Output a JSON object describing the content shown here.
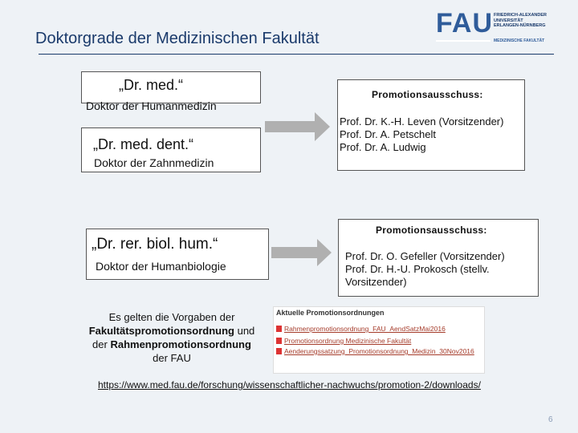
{
  "header": {
    "title": "Doktorgrade der Medizinischen Fakultät",
    "logo_text": "FAU",
    "logo_lines": [
      "FRIEDRICH-ALEXANDER",
      "UNIVERSITÄT",
      "ERLANGEN-NÜRNBERG"
    ],
    "logo_sub": "MEDIZINISCHE FAKULTÄT"
  },
  "degrees": [
    {
      "title": "„Dr. med.“",
      "subtitle": "Doktor der Humanmedizin"
    },
    {
      "title": "„Dr. med. dent.“",
      "subtitle": "Doktor der Zahnmedizin"
    },
    {
      "title": "„Dr. rer. biol. hum.“",
      "subtitle": "Doktor der Humanbiologie"
    }
  ],
  "committees": [
    {
      "heading": "Promotionsausschuss:",
      "members": [
        "Prof. Dr. K.-H. Leven (Vorsitzender)",
        "Prof. Dr. A. Petschelt",
        "Prof. Dr. A. Ludwig"
      ]
    },
    {
      "heading": "Promotionsausschuss:",
      "members": [
        "Prof. Dr. O. Gefeller  (Vorsitzender)",
        "Prof. Dr. H.-U. Prokosch (stellv.",
        "Vorsitzender)"
      ]
    }
  ],
  "rules_note": {
    "part1": "Es gelten die Vorgaben der",
    "bold1": "Fakultätspromotionsordnung",
    "part2": "und der",
    "bold2": "Rahmenpromotionsordnung",
    "part3": "der FAU"
  },
  "documents": {
    "heading": "Aktuelle Promotionsordnungen",
    "items": [
      "Rahmenpromotionsordnung_FAU_AendSatzMai2016",
      "Promotionsordnung Medizinische Fakultät",
      "Aenderungssatzung_Promotionsordnung_Medizin_30Nov2016"
    ]
  },
  "link": "https://www.med.fau.de/forschung/wissenschaftlicher-nachwuchs/promotion-2/downloads/",
  "page_number": "6",
  "colors": {
    "title": "#1a3a6b",
    "arrow": "#b0b0b0",
    "fau_blue": "#2f5c9a"
  }
}
